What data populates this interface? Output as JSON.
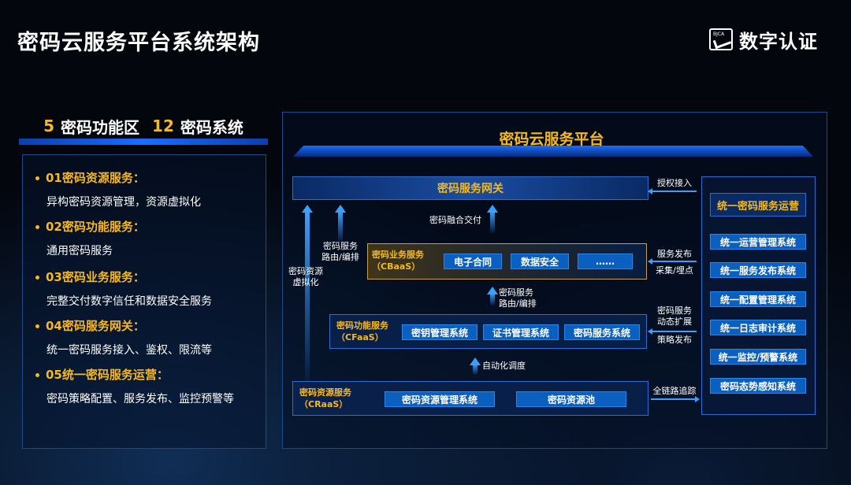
{
  "title": "密码云服务平台系统架构",
  "logo": {
    "badge": "BJCA",
    "text": "数字认证"
  },
  "left": {
    "count_a": "5",
    "label_a": "密码功能区",
    "count_b": "12",
    "label_b": "密码系统",
    "items": [
      {
        "head": "01密码资源服务：",
        "desc": "异构密码资源管理，资源虚拟化"
      },
      {
        "head": "02密码功能服务：",
        "desc": "通用密码服务"
      },
      {
        "head": "03密码业务服务：",
        "desc": "完整交付数字信任和数据安全服务"
      },
      {
        "head": "04密码服务网关：",
        "desc": "统一密码服务接入、鉴权、限流等"
      },
      {
        "head": "05统一密码服务运营：",
        "desc": "密码策略配置、服务发布、监控预警等"
      }
    ]
  },
  "platform": {
    "title": "密码云服务平台",
    "gateway": "密码服务网关",
    "fusion_label": "密码融合交付",
    "arrow_res_label_1": "密码资源",
    "arrow_res_label_2": "虚拟化",
    "arrow_route_label_1": "密码服务",
    "arrow_route_label_2": "路由/编排",
    "mid_route_label_1": "密码服务",
    "mid_route_label_2": "路由/编排",
    "auto_label": "自动化调度",
    "biz": {
      "name_1": "密码业务服务",
      "name_2": "（CBaaS）",
      "chips": [
        "电子合同",
        "数据安全",
        "……"
      ]
    },
    "func": {
      "name_1": "密码功能服务",
      "name_2": "（CFaaS）",
      "chips": [
        "密钥管理系统",
        "证书管理系统",
        "密码服务系统"
      ]
    },
    "res": {
      "name_1": "密码资源服务",
      "name_2": "（CRaaS）",
      "chips": [
        "密码资源管理系统",
        "密码资源池"
      ]
    }
  },
  "connectors": {
    "auth": "授权接入",
    "publish": "服务发布",
    "collect": "采集/埋点",
    "expand_1": "密码服务",
    "expand_2": "动态扩展",
    "policy": "策略发布",
    "trace": "全链路追踪"
  },
  "ops": {
    "head": "统一密码服务运营",
    "items": [
      "统一运营管理系统",
      "统一服务发布系统",
      "统一配置管理系统",
      "统一日志审计系统",
      "统一监控/预警系统",
      "密码态势感知系统"
    ]
  },
  "colors": {
    "accent": "#f5b921",
    "blue": "#0b5fbf",
    "line": "#3aa0ff"
  }
}
